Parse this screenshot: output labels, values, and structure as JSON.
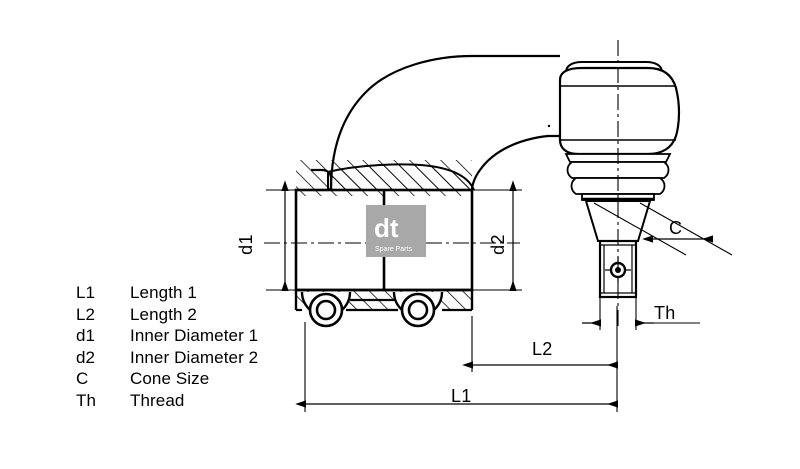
{
  "drawing": {
    "title": "Tie rod end / steering arm technical drawing",
    "type": "engineering-line-drawing",
    "background_color": "#ffffff",
    "line_color": "#000000",
    "view": "section view with clamp body, curved arm and ball joint"
  },
  "legend": {
    "rows": [
      {
        "symbol": "L1",
        "description": "Length 1"
      },
      {
        "symbol": "L2",
        "description": "Length 2"
      },
      {
        "symbol": "d1",
        "description": "Inner Diameter 1"
      },
      {
        "symbol": "d2",
        "description": "Inner Diameter 2"
      },
      {
        "symbol": "C",
        "description": "Cone Size"
      },
      {
        "symbol": "Th",
        "description": "Thread"
      }
    ]
  },
  "dimensions": {
    "d1": {
      "label": "d1",
      "orientation": "vertical",
      "side": "left"
    },
    "d2": {
      "label": "d2",
      "orientation": "vertical",
      "side": "right-of-clamp"
    },
    "L1": {
      "label": "L1",
      "orientation": "horizontal",
      "position": "bottom-overall"
    },
    "L2": {
      "label": "L2",
      "orientation": "horizontal",
      "position": "bottom-partial"
    },
    "C": {
      "label": "C",
      "orientation": "horizontal",
      "position": "cone-taper"
    },
    "Th": {
      "label": "Th",
      "orientation": "horizontal",
      "position": "thread-diameter"
    }
  },
  "watermark": {
    "brand": "dt",
    "tagline": "Spare Parts",
    "color": "#a8a8a8",
    "text_color": "#ffffff"
  },
  "colors": {
    "line": "#000000",
    "hatch": "#000000",
    "watermark_gray": "#a8a8a8",
    "paper": "#ffffff"
  }
}
